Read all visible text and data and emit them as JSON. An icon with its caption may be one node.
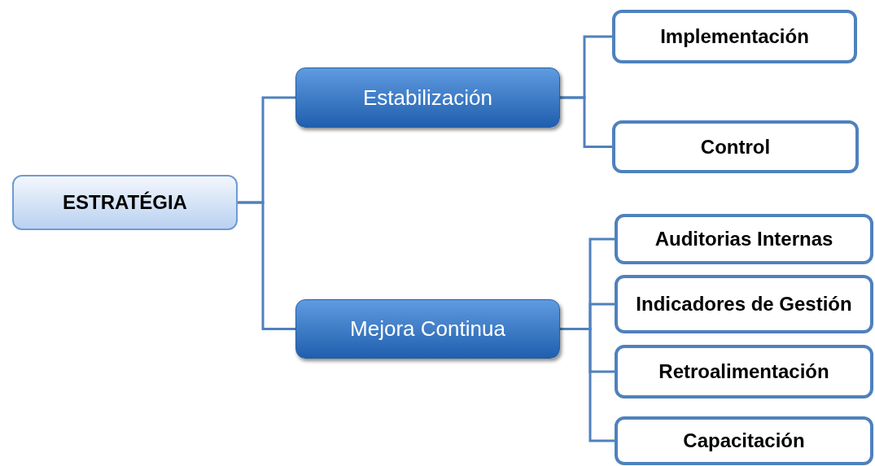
{
  "diagram": {
    "nodes": [
      {
        "text": [
          "ESTRATÉGIA"
        ]
      },
      {
        "text": [
          "Estabilización"
        ]
      },
      {
        "text": [
          "Mejora Continua"
        ]
      },
      {
        "text": [
          "Implementación"
        ]
      },
      {
        "text": [
          "Control"
        ]
      },
      {
        "text": [
          "Auditorias Internas"
        ]
      },
      {
        "text": [
          "Indicadores de Gestión"
        ]
      },
      {
        "text": [
          "Retroalimentación"
        ]
      },
      {
        "text": [
          "Capacitación"
        ]
      }
    ],
    "edges": [
      {
        "from": 0,
        "to": 1,
        "arrow": "none"
      },
      {
        "from": 0,
        "to": 2,
        "arrow": "none"
      },
      {
        "from": 1,
        "to": 3,
        "arrow": "none"
      },
      {
        "from": 1,
        "to": 4,
        "arrow": "none"
      },
      {
        "from": 2,
        "to": 5,
        "arrow": "none"
      },
      {
        "from": 2,
        "to": 6,
        "arrow": "none"
      },
      {
        "from": 2,
        "to": 7,
        "arrow": "none"
      },
      {
        "from": 2,
        "to": 8,
        "arrow": "none"
      }
    ]
  }
}
